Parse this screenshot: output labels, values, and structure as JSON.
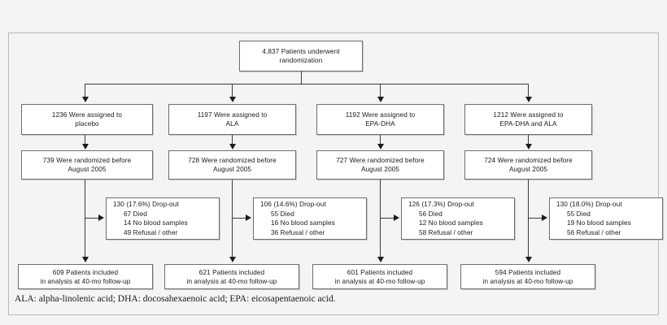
{
  "figure": {
    "type": "consort-flow-diagram",
    "background_color": "#f4f4f4",
    "box_fill_color": "#ffffff",
    "box_border_color": "#6e6e6e",
    "connector_color": "#3a3a3a"
  },
  "top": {
    "line1": "4,837 Patients underwent",
    "line2": "randomization"
  },
  "arms": [
    {
      "assigned_line1": "1236 Were assigned to",
      "assigned_line2": "placebo",
      "randomized_line1": "739 Were randomized before",
      "randomized_line2": "August 2005",
      "dropout_header": "130 (17.6%) Drop-out",
      "dropout_died": "67 Died",
      "dropout_no_blood": "14 No blood samples",
      "dropout_refusal": "49 Refusal / other",
      "included_line1": "609 Patients included",
      "included_line2": "in analysis at 40-mo follow-up"
    },
    {
      "assigned_line1": "1197 Were assigned to",
      "assigned_line2": "ALA",
      "randomized_line1": "728 Were randomized before",
      "randomized_line2": "August 2005",
      "dropout_header": "106 (14.6%) Drop-out",
      "dropout_died": "55 Died",
      "dropout_no_blood": "16 No blood samples",
      "dropout_refusal": "36 Refusal / other",
      "included_line1": "621 Patients included",
      "included_line2": "in analysis at 40-mo follow-up"
    },
    {
      "assigned_line1": "1192 Were assigned to",
      "assigned_line2": "EPA-DHA",
      "randomized_line1": "727 Were randomized before",
      "randomized_line2": "August 2005",
      "dropout_header": "126 (17.3%) Drop-out",
      "dropout_died": "56 Died",
      "dropout_no_blood": "12 No blood samples",
      "dropout_refusal": "58 Refusal / other",
      "included_line1": "601 Patients included",
      "included_line2": "in analysis at 40-mo follow-up"
    },
    {
      "assigned_line1": "1212 Were assigned to",
      "assigned_line2": "EPA-DHA and ALA",
      "randomized_line1": "724 Were randomized before",
      "randomized_line2": "August 2005",
      "dropout_header": "130 (18.0%) Drop-out",
      "dropout_died": "55 Died",
      "dropout_no_blood": "19 No blood samples",
      "dropout_refusal": "56 Refusal / other",
      "included_line1": "594 Patients included",
      "included_line2": "in analysis at 40-mo follow-up"
    }
  ],
  "caption": "ALA: alpha-linolenic acid; DHA: docosahexaenoic acid; EPA: eicosapentaenoic acid."
}
